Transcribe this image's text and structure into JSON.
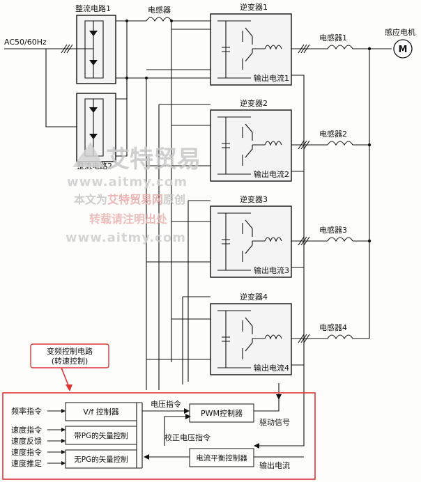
{
  "power": {
    "ac_input": "AC50/60Hz",
    "rectifier_1": "整流电路1",
    "rectifier_2": "整流电路2",
    "dc_inductor": "电感器",
    "motor_label": "感应电机",
    "motor_symbol": "M"
  },
  "inverters": [
    {
      "title": "逆变器1",
      "output_current": "输出电流1",
      "inductor": "电感器1"
    },
    {
      "title": "逆变器2",
      "output_current": "输出电流2",
      "inductor": "电感器2"
    },
    {
      "title": "逆变器3",
      "output_current": "输出电流3",
      "inductor": "电感器3"
    },
    {
      "title": "逆变器4",
      "output_current": "输出电流4",
      "inductor": "电感器4"
    }
  ],
  "control": {
    "callout_line1": "变频控制电路",
    "callout_line2": "(转速控制)",
    "vf_controller": "V/f 控制器",
    "vector_with_pg": "带PG的矢量控制",
    "vector_without_pg": "无PG的矢量控制",
    "pwm_controller": "PWM控制器",
    "current_balance_controller": "电流平衡控制器",
    "voltage_command": "电压指令",
    "drive_signal": "驱动信号",
    "correction_voltage_command": "校正电压指令",
    "output_current": "输出电流",
    "inputs": [
      "频率指令",
      "速度指令",
      "速度反馈",
      "速度指令",
      "速度推定"
    ]
  },
  "watermark": {
    "brand": "艾特贸易",
    "url": "www.aitmy.com",
    "notice_prefix": "本文为",
    "notice_brand": "艾特贸易网",
    "notice_suffix": "原创",
    "notice_line2": "转载请注明出处"
  },
  "colors": {
    "ink": "#111111",
    "accent": "#d33333",
    "watermark": "#c9c9c9"
  }
}
